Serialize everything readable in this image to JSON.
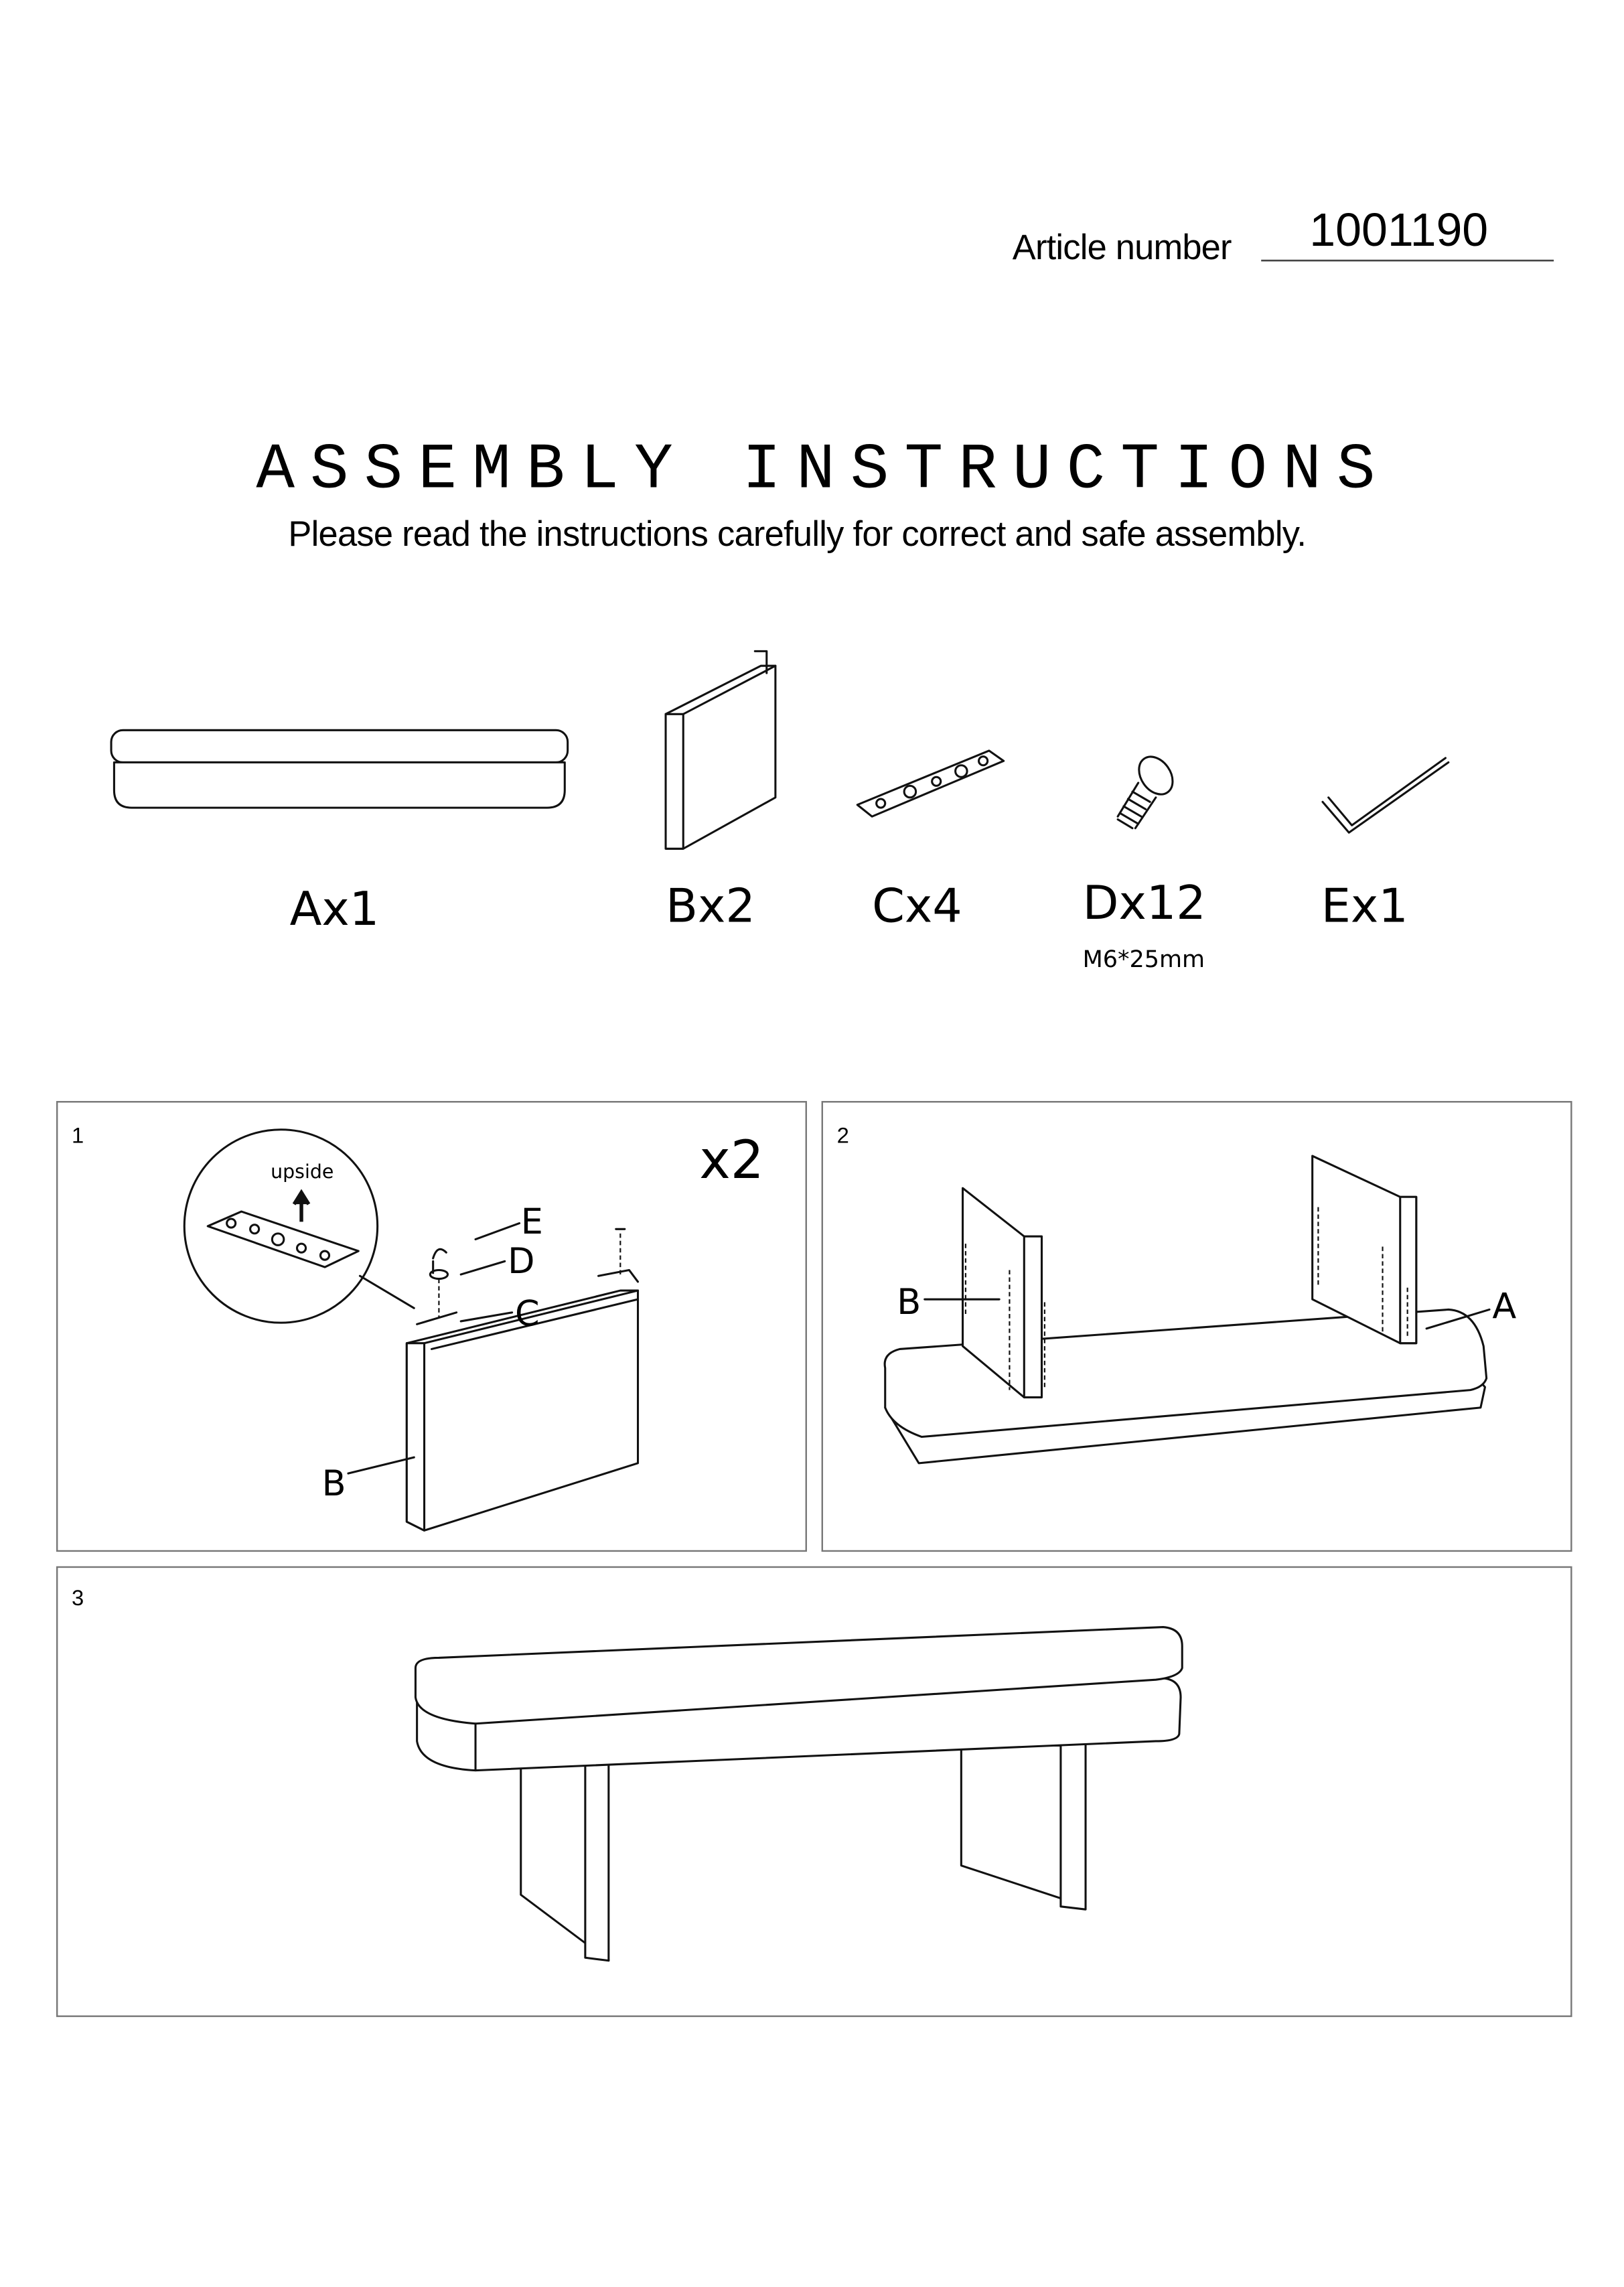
{
  "header": {
    "article_label": "Article number",
    "article_number": "1001190"
  },
  "title": "ASSEMBLY INSTRUCTIONS",
  "subtitle": "Please read the instructions carefully for correct and safe assembly.",
  "parts": [
    {
      "label": "Ax1",
      "icon": "bench-seat-icon"
    },
    {
      "label": "Bx2",
      "icon": "leg-panel-icon"
    },
    {
      "label": "Cx4",
      "icon": "mounting-plate-icon"
    },
    {
      "label": "Dx12",
      "icon": "screw-icon",
      "spec": "M6*25mm"
    },
    {
      "label": "Ex1",
      "icon": "allen-key-icon"
    }
  ],
  "steps": [
    {
      "number": "1",
      "multiplier": "x2",
      "callout": "upside",
      "labels": [
        "E",
        "D",
        "C",
        "B"
      ]
    },
    {
      "number": "2",
      "labels": [
        "B",
        "A"
      ]
    },
    {
      "number": "3"
    }
  ]
}
